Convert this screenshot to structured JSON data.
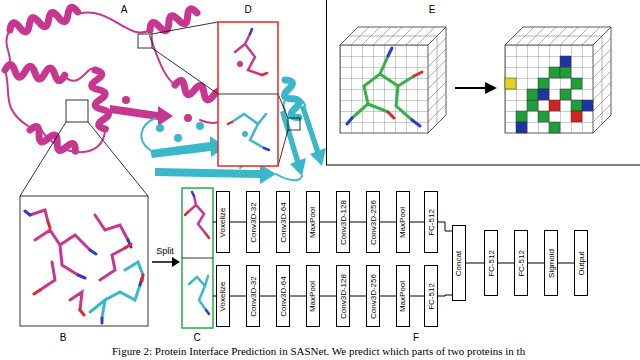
{
  "diagram": {
    "caption": "Figure 2: Protein Interface Prediction in SASNet. We predict which parts of two proteins in th",
    "nodes": [
      {
        "text": [
          "Voxelize"
        ]
      },
      {
        "text": [
          "Conv3D-32"
        ]
      },
      {
        "text": [
          "Conv3D-64"
        ]
      },
      {
        "text": [
          "MaxPool"
        ]
      },
      {
        "text": [
          "Conv3D-128"
        ]
      },
      {
        "text": [
          "Conv3D-256"
        ]
      },
      {
        "text": [
          "MaxPool"
        ]
      },
      {
        "text": [
          "FC-512"
        ]
      },
      {
        "text": [
          "Voxelize"
        ]
      },
      {
        "text": [
          "Conv3D-32"
        ]
      },
      {
        "text": [
          "Conv3D-64"
        ]
      },
      {
        "text": [
          "MaxPool"
        ]
      },
      {
        "text": [
          "Conv3D-128"
        ]
      },
      {
        "text": [
          "Conv3D-256"
        ]
      },
      {
        "text": [
          "MaxPool"
        ]
      },
      {
        "text": [
          "FC-512"
        ]
      },
      {
        "text": [
          "Concat"
        ]
      },
      {
        "text": [
          "FC-512"
        ]
      },
      {
        "text": [
          "FC-512"
        ]
      },
      {
        "text": [
          "Sigmoid"
        ]
      },
      {
        "text": [
          "Output"
        ]
      }
    ],
    "edges": [
      {
        "from": 0,
        "to": 1,
        "arrow": "none"
      },
      {
        "from": 1,
        "to": 2,
        "arrow": "none"
      },
      {
        "from": 2,
        "to": 3,
        "arrow": "none"
      },
      {
        "from": 3,
        "to": 4,
        "arrow": "none"
      },
      {
        "from": 4,
        "to": 5,
        "arrow": "none"
      },
      {
        "from": 5,
        "to": 6,
        "arrow": "none"
      },
      {
        "from": 6,
        "to": 7,
        "arrow": "none"
      },
      {
        "from": 8,
        "to": 9,
        "arrow": "none"
      },
      {
        "from": 9,
        "to": 10,
        "arrow": "none"
      },
      {
        "from": 10,
        "to": 11,
        "arrow": "none"
      },
      {
        "from": 11,
        "to": 12,
        "arrow": "none"
      },
      {
        "from": 12,
        "to": 13,
        "arrow": "none"
      },
      {
        "from": 13,
        "to": 14,
        "arrow": "none"
      },
      {
        "from": 14,
        "to": 15,
        "arrow": "none"
      },
      {
        "from": 7,
        "to": 16,
        "arrow": "none"
      },
      {
        "from": 15,
        "to": 16,
        "arrow": "none"
      },
      {
        "from": 16,
        "to": 17,
        "arrow": "none"
      },
      {
        "from": 17,
        "to": 18,
        "arrow": "none"
      },
      {
        "from": 18,
        "to": 19,
        "arrow": "none"
      },
      {
        "from": 19,
        "to": 20,
        "arrow": "none"
      }
    ],
    "labels": [
      "A",
      "B",
      "C",
      "D",
      "E",
      "F",
      "Split"
    ]
  }
}
